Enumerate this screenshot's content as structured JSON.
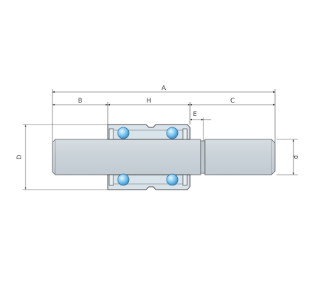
{
  "labels": {
    "A": "A",
    "B": "B",
    "H": "H",
    "C": "C",
    "E": "E",
    "D": "D",
    "d": "d"
  },
  "colors": {
    "shaft_fill": "#c9d2d8",
    "shaft_stroke": "#555555",
    "housing_fill": "#d8e3ea",
    "housing_stroke": "#444444",
    "seal_fill": "#e9eef2",
    "ball_fill": "#7fc8f0",
    "ball_highlight": "#e8f6ff",
    "ball_stroke": "#2a6fa0",
    "dimension_line": "#333333",
    "label_text": "#333333"
  }
}
